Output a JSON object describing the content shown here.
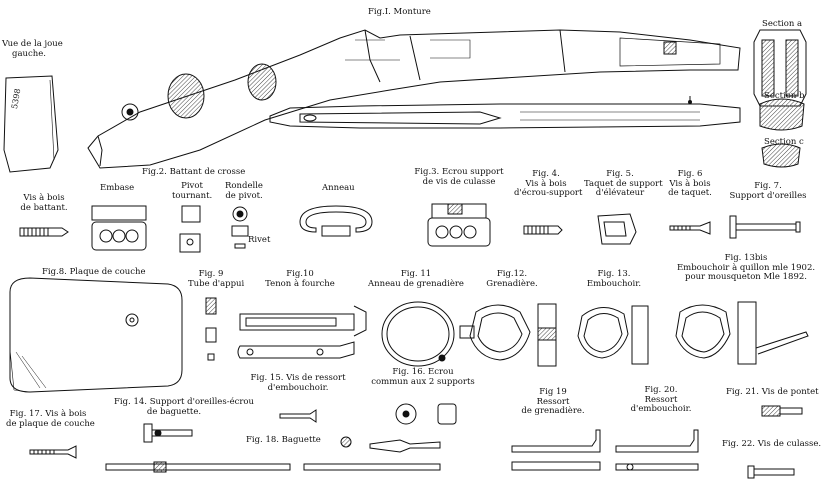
{
  "fig1": {
    "title": "Fig.I. Monture"
  },
  "vue_joue": {
    "line1": "Vue de la joue",
    "line2": "gauche."
  },
  "stamp": {
    "number": "5398"
  },
  "sections": {
    "a": "Section a",
    "b": "Section b",
    "c": "Section c"
  },
  "fig2": {
    "title": "Fig.2. Battant de crosse",
    "vis_bois": {
      "line1": "Vis à bois",
      "line2": "de battant."
    },
    "embase": "Embase",
    "pivot": {
      "line1": "Pivot",
      "line2": "tournant."
    },
    "rondelle": {
      "line1": "Rondelle",
      "line2": "de pivot."
    },
    "rivet": "Rivet",
    "anneau": "Anneau"
  },
  "fig3": {
    "title": "Fig.3. Ecrou support",
    "subtitle": "de vis de culasse"
  },
  "fig4": {
    "title": "Fig. 4.",
    "line1": "Vis à bois",
    "line2": "d'écrou-support"
  },
  "fig5": {
    "title": "Fig. 5.",
    "line1": "Taquet de support",
    "line2": "d'élévateur"
  },
  "fig6": {
    "title": "Fig. 6",
    "line1": "Vis à bois",
    "line2": "de taquet."
  },
  "fig7": {
    "title": "Fig. 7.",
    "line1": "Support d'oreilles"
  },
  "fig8": {
    "title": "Fig.8. Plaque de couche"
  },
  "fig9": {
    "title": "Fig. 9",
    "line1": "Tube d'appui"
  },
  "fig10": {
    "title": "Fig.10",
    "line1": "Tenon à fourche"
  },
  "fig11": {
    "title": "Fig. 11",
    "line1": "Anneau de grenadière"
  },
  "fig12": {
    "title": "Fig.12.",
    "line1": "Grenadière."
  },
  "fig13": {
    "title": "Fig. 13.",
    "line1": "Embouchoir."
  },
  "fig13bis": {
    "title": "Fig. 13bis",
    "line1": "Embouchoir à quillon mle 1902.",
    "line2": "pour mousqueton Mle 1892."
  },
  "fig15": {
    "title": "Fig. 15.",
    "line1": "Vis de ressort",
    "line2": "d'embouchoir."
  },
  "fig16": {
    "title": "Fig. 16. Ecrou",
    "line1": "commun aux 2 supports"
  },
  "fig17": {
    "title": "Fig. 17. Vis à bois",
    "line1": "de plaque de couche"
  },
  "fig14": {
    "title": "Fig. 14.",
    "line1": "Support d'oreilles-écrou",
    "line2": "de baguette."
  },
  "fig18": {
    "title": "Fig. 18. Baguette"
  },
  "fig19": {
    "title": "Fig 19",
    "line1": "Ressort",
    "line2": "de grenadière."
  },
  "fig20": {
    "title": "Fig. 20.",
    "line1": "Ressort",
    "line2": "d'embouchoir."
  },
  "fig21": {
    "title": "Fig. 21.",
    "line1": "Vis de pontet"
  },
  "fig22": {
    "title": "Fig. 22.",
    "line1": "Vis de culasse."
  },
  "colors": {
    "ink": "#111111",
    "paper": "#ffffff",
    "hatch": "#444444"
  }
}
